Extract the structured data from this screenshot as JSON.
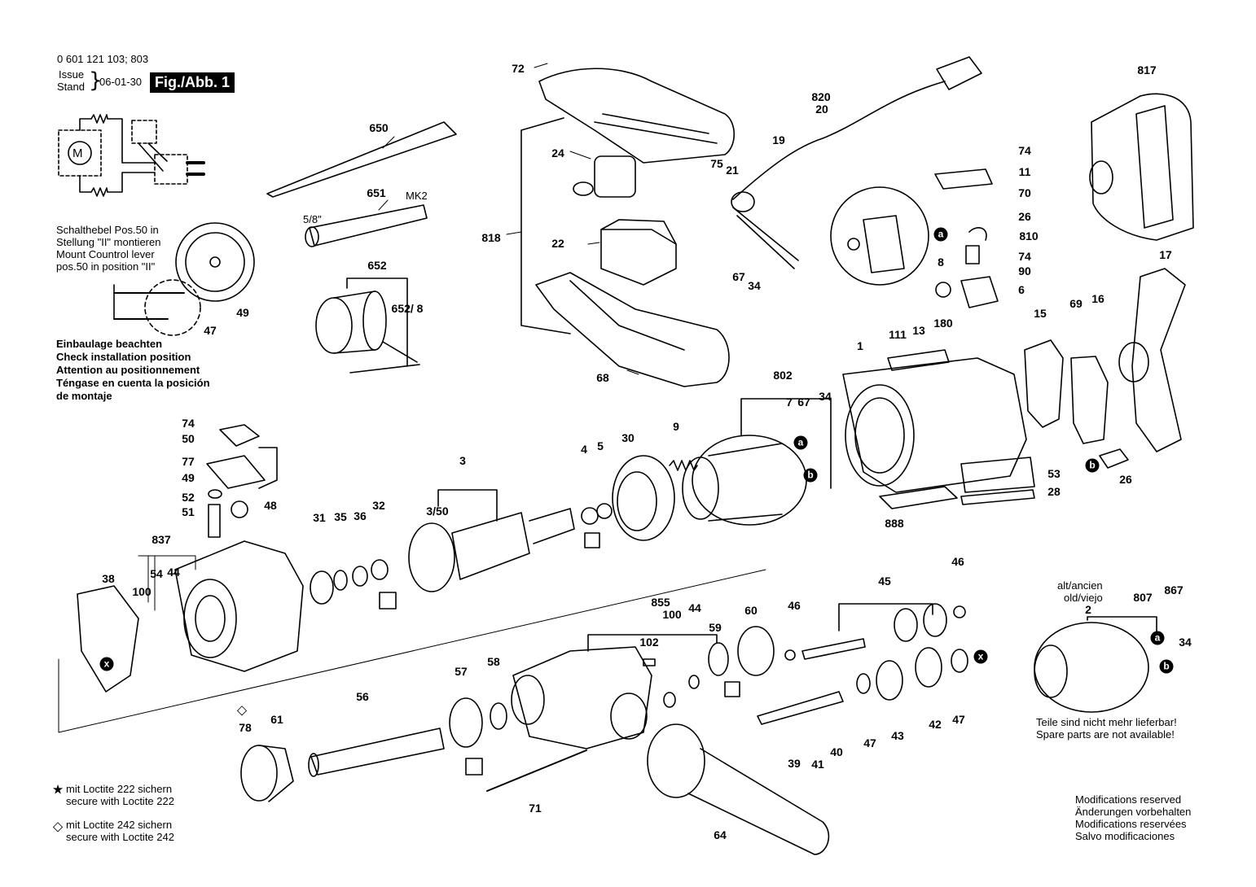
{
  "header": {
    "part_number": "0 601 121 103; 803",
    "issue_label": "Issue",
    "stand_label": "Stand",
    "date": "06-01-30",
    "figure_label": "Fig./Abb. 1"
  },
  "notes": {
    "control_lever": [
      "Schalthebel Pos.50 in",
      "Stellung \"II\" montieren",
      "Mount Countrol lever",
      "pos.50 in position \"II\""
    ],
    "installation": [
      "Einbaulage beachten",
      "Check installation position",
      "Attention au positionnement",
      "Téngase en cuenta la posición",
      "de montaje"
    ],
    "loctite_222": [
      "mit Loctite 222 sichern",
      "secure with Loctite 222"
    ],
    "loctite_242": [
      "mit Loctite 242 sichern",
      "secure with Loctite 242"
    ],
    "old_new": [
      "alt/ancien",
      "old/viejo"
    ],
    "not_available": [
      "Teile sind nicht mehr lieferbar!",
      "Spare parts are not available!"
    ],
    "modifications": [
      "Modifications reserved",
      "Änderungen vorbehalten",
      "Modifications reservées",
      "Salvo modificaciones"
    ],
    "mk2": "MK2",
    "size": "5/8\"",
    "motor_symbol": "M"
  },
  "markers": {
    "a": "a",
    "b": "b",
    "x": "x"
  },
  "symbols": {
    "star": "★",
    "diamond": "◇"
  },
  "part_labels": [
    {
      "id": "p72",
      "text": "72"
    },
    {
      "id": "p650",
      "text": "650"
    },
    {
      "id": "p651",
      "text": "651"
    },
    {
      "id": "p652",
      "text": "652"
    },
    {
      "id": "p652_8",
      "text": "652/ 8"
    },
    {
      "id": "p49a",
      "text": "49"
    },
    {
      "id": "p47a",
      "text": "47"
    },
    {
      "id": "p24",
      "text": "24"
    },
    {
      "id": "p818",
      "text": "818"
    },
    {
      "id": "p22",
      "text": "22"
    },
    {
      "id": "p68",
      "text": "68"
    },
    {
      "id": "p75",
      "text": "75"
    },
    {
      "id": "p21",
      "text": "21"
    },
    {
      "id": "p820",
      "text": "820"
    },
    {
      "id": "p20",
      "text": "20"
    },
    {
      "id": "p19",
      "text": "19"
    },
    {
      "id": "p67a",
      "text": "67"
    },
    {
      "id": "p34a",
      "text": "34"
    },
    {
      "id": "p74a",
      "text": "74"
    },
    {
      "id": "p11",
      "text": "11"
    },
    {
      "id": "p70",
      "text": "70"
    },
    {
      "id": "p26a",
      "text": "26"
    },
    {
      "id": "p810",
      "text": "810"
    },
    {
      "id": "p8",
      "text": "8"
    },
    {
      "id": "p74b",
      "text": "74"
    },
    {
      "id": "p90",
      "text": "90"
    },
    {
      "id": "p6",
      "text": "6"
    },
    {
      "id": "p817",
      "text": "817"
    },
    {
      "id": "p17",
      "text": "17"
    },
    {
      "id": "p15",
      "text": "15"
    },
    {
      "id": "p69",
      "text": "69"
    },
    {
      "id": "p16",
      "text": "16"
    },
    {
      "id": "p26b",
      "text": "26"
    },
    {
      "id": "p111",
      "text": "111"
    },
    {
      "id": "p13",
      "text": "13"
    },
    {
      "id": "p180",
      "text": "180"
    },
    {
      "id": "p1",
      "text": "1"
    },
    {
      "id": "p53",
      "text": "53"
    },
    {
      "id": "p28",
      "text": "28"
    },
    {
      "id": "p888",
      "text": "888"
    },
    {
      "id": "p802",
      "text": "802"
    },
    {
      "id": "p7",
      "text": "7"
    },
    {
      "id": "p67b",
      "text": "67"
    },
    {
      "id": "p34b",
      "text": "34"
    },
    {
      "id": "p9",
      "text": "9"
    },
    {
      "id": "p30",
      "text": "30"
    },
    {
      "id": "p4",
      "text": "4"
    },
    {
      "id": "p5",
      "text": "5"
    },
    {
      "id": "p3",
      "text": "3"
    },
    {
      "id": "p3_50",
      "text": "3/50"
    },
    {
      "id": "p74c",
      "text": "74"
    },
    {
      "id": "p50",
      "text": "50"
    },
    {
      "id": "p77",
      "text": "77"
    },
    {
      "id": "p49b",
      "text": "49"
    },
    {
      "id": "p52",
      "text": "52"
    },
    {
      "id": "p51",
      "text": "51"
    },
    {
      "id": "p48",
      "text": "48"
    },
    {
      "id": "p837",
      "text": "837"
    },
    {
      "id": "p54",
      "text": "54"
    },
    {
      "id": "p44a",
      "text": "44"
    },
    {
      "id": "p38",
      "text": "38"
    },
    {
      "id": "p100a",
      "text": "100"
    },
    {
      "id": "p31",
      "text": "31"
    },
    {
      "id": "p35",
      "text": "35"
    },
    {
      "id": "p36",
      "text": "36"
    },
    {
      "id": "p32",
      "text": "32"
    },
    {
      "id": "p855",
      "text": "855"
    },
    {
      "id": "p102",
      "text": "102"
    },
    {
      "id": "p100b",
      "text": "100"
    },
    {
      "id": "p44b",
      "text": "44"
    },
    {
      "id": "p59",
      "text": "59"
    },
    {
      "id": "p60",
      "text": "60"
    },
    {
      "id": "p46a",
      "text": "46"
    },
    {
      "id": "p45",
      "text": "45"
    },
    {
      "id": "p46b",
      "text": "46"
    },
    {
      "id": "p57",
      "text": "57"
    },
    {
      "id": "p58",
      "text": "58"
    },
    {
      "id": "p56",
      "text": "56"
    },
    {
      "id": "p78",
      "text": "78"
    },
    {
      "id": "p61",
      "text": "61"
    },
    {
      "id": "p71",
      "text": "71"
    },
    {
      "id": "p64",
      "text": "64"
    },
    {
      "id": "p39",
      "text": "39"
    },
    {
      "id": "p41",
      "text": "41"
    },
    {
      "id": "p40",
      "text": "40"
    },
    {
      "id": "p47b",
      "text": "47"
    },
    {
      "id": "p43",
      "text": "43"
    },
    {
      "id": "p42",
      "text": "42"
    },
    {
      "id": "p47c",
      "text": "47"
    },
    {
      "id": "p2",
      "text": "2"
    },
    {
      "id": "p807",
      "text": "807"
    },
    {
      "id": "p867",
      "text": "867"
    },
    {
      "id": "p34c",
      "text": "34"
    }
  ]
}
